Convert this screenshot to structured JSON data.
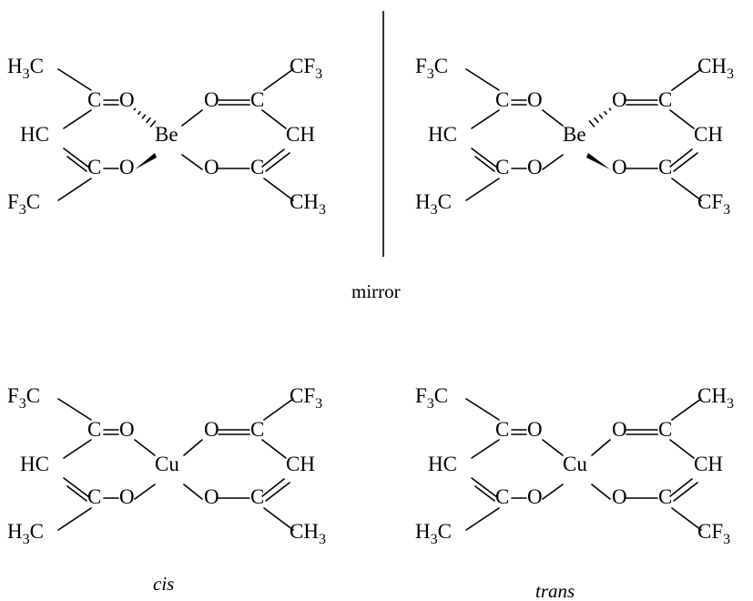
{
  "molecules": [
    {
      "id": "be-left",
      "metal": "Be",
      "top_left": [
        "H",
        "3",
        "C"
      ],
      "bottom_left": [
        "F",
        "3",
        "C"
      ],
      "top_right": [
        "CF",
        "3",
        ""
      ],
      "bottom_right": [
        "CH",
        "3",
        ""
      ],
      "wedges": true,
      "mirrored": false
    },
    {
      "id": "be-right",
      "metal": "Be",
      "top_left": [
        "F",
        "3",
        "C"
      ],
      "bottom_left": [
        "H",
        "3",
        "C"
      ],
      "top_right": [
        "CH",
        "3",
        ""
      ],
      "bottom_right": [
        "CF",
        "3",
        ""
      ],
      "wedges": true,
      "mirrored": true
    },
    {
      "id": "cu-cis",
      "metal": "Cu",
      "top_left": [
        "F",
        "3",
        "C"
      ],
      "bottom_left": [
        "H",
        "3",
        "C"
      ],
      "top_right": [
        "CF",
        "3",
        ""
      ],
      "bottom_right": [
        "CH",
        "3",
        ""
      ],
      "wedges": false,
      "mirrored": false
    },
    {
      "id": "cu-trans",
      "metal": "Cu",
      "top_left": [
        "F",
        "3",
        "C"
      ],
      "bottom_left": [
        "H",
        "3",
        "C"
      ],
      "top_right": [
        "CH",
        "3",
        ""
      ],
      "bottom_right": [
        "CF",
        "3",
        ""
      ],
      "wedges": false,
      "mirrored": false
    }
  ],
  "atoms": {
    "carbon": "C",
    "oxygen": "O",
    "methine": "HC",
    "methine_right": "CH"
  },
  "captions": {
    "mirror": "mirror",
    "cis": "cis",
    "trans": "trans"
  }
}
